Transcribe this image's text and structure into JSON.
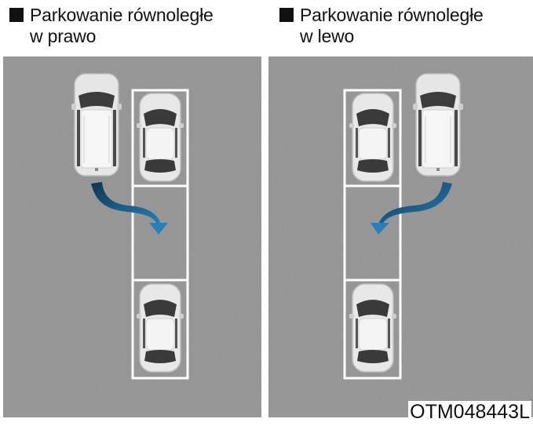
{
  "panels": [
    {
      "title_line1": "Parkowanie równoległe",
      "title_line2": "w prawo"
    },
    {
      "title_line1": "Parkowanie równoległe",
      "title_line2": "w lewo"
    }
  ],
  "figure_code": "OTM048443L",
  "colors": {
    "asphalt": "#8f8f8f",
    "parking_line": "#ffffff",
    "arrow": "#1f5f8f",
    "car_body": "#e6e6e6"
  }
}
